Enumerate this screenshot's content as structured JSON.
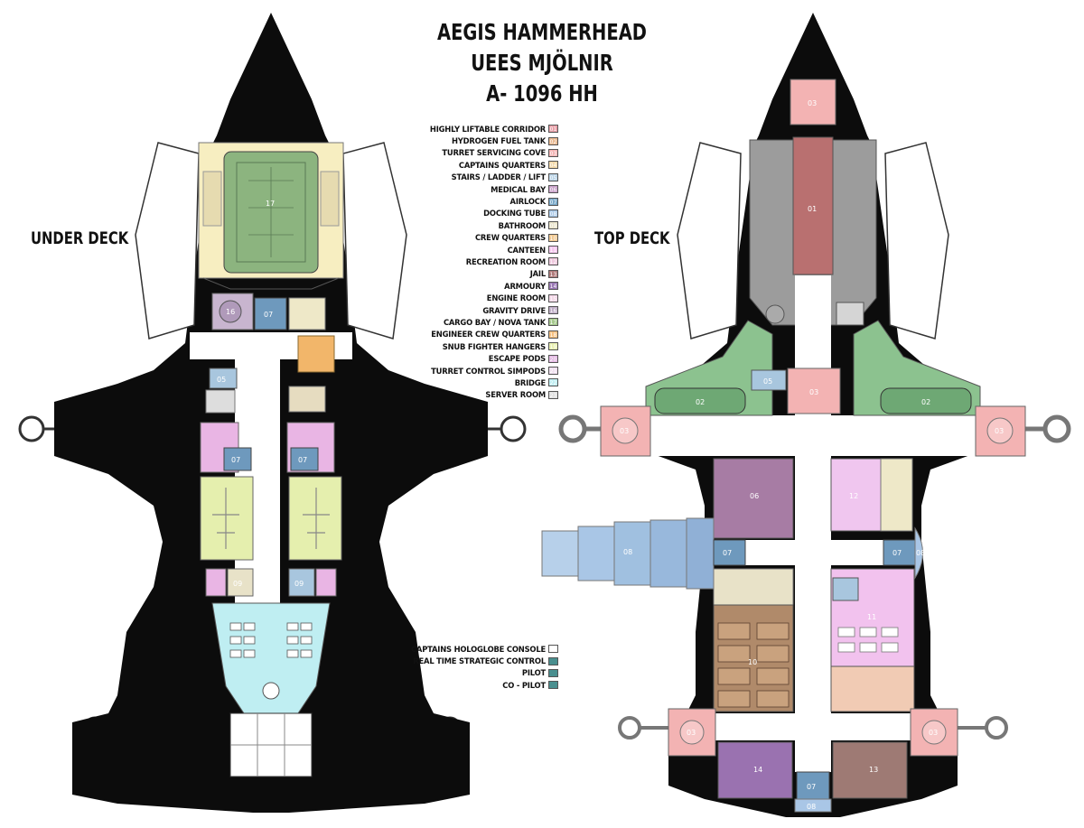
{
  "title": {
    "line1": "AEGIS HAMMERHEAD",
    "line2": "UEES MJÖLNIR",
    "line3": "A- 1096 HH"
  },
  "decks": {
    "under": "UNDER DECK",
    "top": "TOP DECK"
  },
  "legend": [
    {
      "label": "HIGHLY LIFTABLE CORRIDOR",
      "code": "01",
      "color": "#e8a0a8"
    },
    {
      "label": "HYDROGEN FUEL TANK",
      "code": "02",
      "color": "#e9b88f"
    },
    {
      "label": "TURRET SERVICING COVE",
      "code": "03",
      "color": "#f3b3b3"
    },
    {
      "label": "CAPTAINS QUARTERS",
      "code": "04",
      "color": "#f2d8a8"
    },
    {
      "label": "STAIRS / LADDER / LIFT",
      "code": "05",
      "color": "#b9d3e6"
    },
    {
      "label": "MEDICAL BAY",
      "code": "06",
      "color": "#c9a0c9"
    },
    {
      "label": "AIRLOCK",
      "code": "07",
      "color": "#7aa9c9"
    },
    {
      "label": "DOCKING TUBE",
      "code": "08",
      "color": "#a9c8e6"
    },
    {
      "label": "BATHROOM",
      "code": "09",
      "color": "#e8e2c8"
    },
    {
      "label": "CREW QUARTERS",
      "code": "10",
      "color": "#f0c890"
    },
    {
      "label": "CANTEEN",
      "code": "11",
      "color": "#f6c8f0"
    },
    {
      "label": "RECREATION ROOM",
      "code": "12",
      "color": "#efc9de"
    },
    {
      "label": "JAIL",
      "code": "13",
      "color": "#b07a7a"
    },
    {
      "label": "ARMOURY",
      "code": "14",
      "color": "#9a78b4"
    },
    {
      "label": "ENGINE ROOM",
      "code": "15",
      "color": "#f4d8e8"
    },
    {
      "label": "GRAVITY DRIVE",
      "code": "16",
      "color": "#c0aec8"
    },
    {
      "label": "CARGO BAY / NOVA TANK",
      "code": "17",
      "color": "#a6c98e"
    },
    {
      "label": "ENGINEER CREW QUARTERS",
      "code": "18",
      "color": "#f5c080"
    },
    {
      "label": "SNUB FIGHTER HANGERS",
      "code": "19",
      "color": "#e8f0b0"
    },
    {
      "label": "ESCAPE PODS",
      "code": "20",
      "color": "#e3b8e3"
    },
    {
      "label": "TURRET CONTROL SIMPODS",
      "code": "21",
      "color": "#f0e0f0"
    },
    {
      "label": "BRIDGE",
      "code": "22",
      "color": "#bfeef2"
    },
    {
      "label": "SERVER ROOM",
      "code": "23",
      "color": "#e0e0e0"
    }
  ],
  "legend_bridge": [
    {
      "label": "CAPTAINS HOLOGLOBE CONSOLE",
      "code": "",
      "color": "#ffffff"
    },
    {
      "label": "REAL TIME STRATEGIC CONTROL",
      "code": "",
      "color": "#4a8f8f"
    },
    {
      "label": "PILOT",
      "code": "",
      "color": "#4a8f8f"
    },
    {
      "label": "CO - PILOT",
      "code": "",
      "color": "#4a8f8f"
    }
  ],
  "room_numbers": {
    "under_cargo": "17",
    "under_gravity": "16",
    "under_airlock": "07",
    "under_stairs": "05",
    "under_airlock_left": "07",
    "under_airlock_right": "07",
    "under_bath_left": "09",
    "under_bath_right": "09",
    "top_corridor": "01",
    "top_tank_left": "02",
    "top_tank_right": "02",
    "top_turret_left": "03",
    "top_turret_right": "03",
    "top_nose": "03",
    "top_center": "03",
    "top_stairs": "05",
    "top_medical": "06",
    "top_airlock_left": "07",
    "top_airlock_right": "07",
    "top_dock": "08",
    "top_dock_right": "08",
    "top_crew": "10",
    "top_canteen": "11",
    "top_rec": "12",
    "top_jail": "13",
    "top_armoury": "14",
    "top_airlock_bottom": "07",
    "top_dock_bottom": "08",
    "top_turret_bl": "03",
    "top_turret_br": "03"
  }
}
